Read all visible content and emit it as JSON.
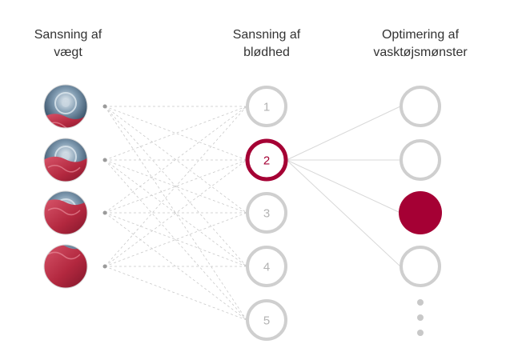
{
  "titles": {
    "weight": [
      "Sansning af",
      "vægt"
    ],
    "softness": [
      "Sansning af",
      "blødhed"
    ],
    "pattern": [
      "Optimering af",
      "vasktøjsmønster"
    ]
  },
  "weight_inputs": [
    "drum-nearly-empty",
    "drum-partly-filled",
    "drum-mostly-filled",
    "drum-full"
  ],
  "softness_nodes": [
    {
      "label": "1",
      "active": false
    },
    {
      "label": "2",
      "active": true
    },
    {
      "label": "3",
      "active": false
    },
    {
      "label": "4",
      "active": false
    },
    {
      "label": "5",
      "active": false
    }
  ],
  "pattern_nodes": [
    {
      "filled": false
    },
    {
      "filled": false
    },
    {
      "filled": true
    },
    {
      "filled": false
    }
  ],
  "more_dots": 3,
  "colors": {
    "accent": "#a50034",
    "ring": "#cfcfcf",
    "line": "#d8d8d8",
    "label": "#b3b3b3",
    "fabric": "#b8324a",
    "drum": "#3f5f7a"
  }
}
